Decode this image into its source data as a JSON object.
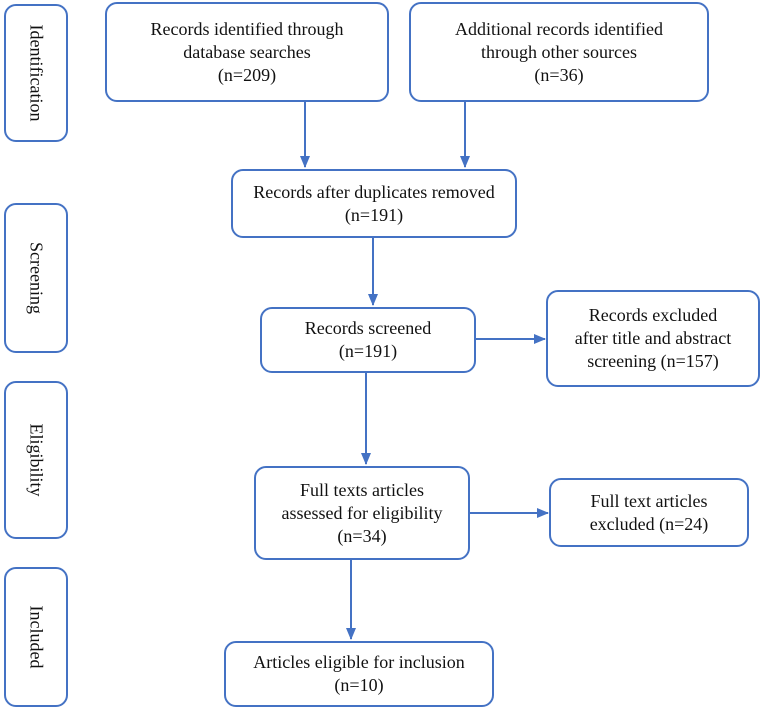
{
  "stages": {
    "identification": "Identification",
    "screening": "Screening",
    "eligibility": "Eligibility",
    "included": "Included"
  },
  "boxes": {
    "database": {
      "line1": "Records identified through",
      "line2": "database searches",
      "line3": "(n=209)"
    },
    "other": {
      "line1": "Additional records identified",
      "line2": "through other sources",
      "line3": "(n=36)"
    },
    "duplicates": {
      "line1": "Records after duplicates removed",
      "line2": "(n=191)"
    },
    "screened": {
      "line1": "Records screened",
      "line2": "(n=191)"
    },
    "excluded_screening": {
      "line1": "Records excluded",
      "line2": "after title and abstract",
      "line3": "screening (n=157)"
    },
    "fulltext": {
      "line1": "Full texts articles",
      "line2": "assessed for eligibility",
      "line3": "(n=34)"
    },
    "excluded_fulltext": {
      "line1": "Full text articles",
      "line2": "excluded (n=24)"
    },
    "included": {
      "line1": "Articles eligible for inclusion",
      "line2": "(n=10)"
    }
  },
  "colors": {
    "border": "#4472c4",
    "arrow": "#4472c4",
    "text": "#111111"
  }
}
